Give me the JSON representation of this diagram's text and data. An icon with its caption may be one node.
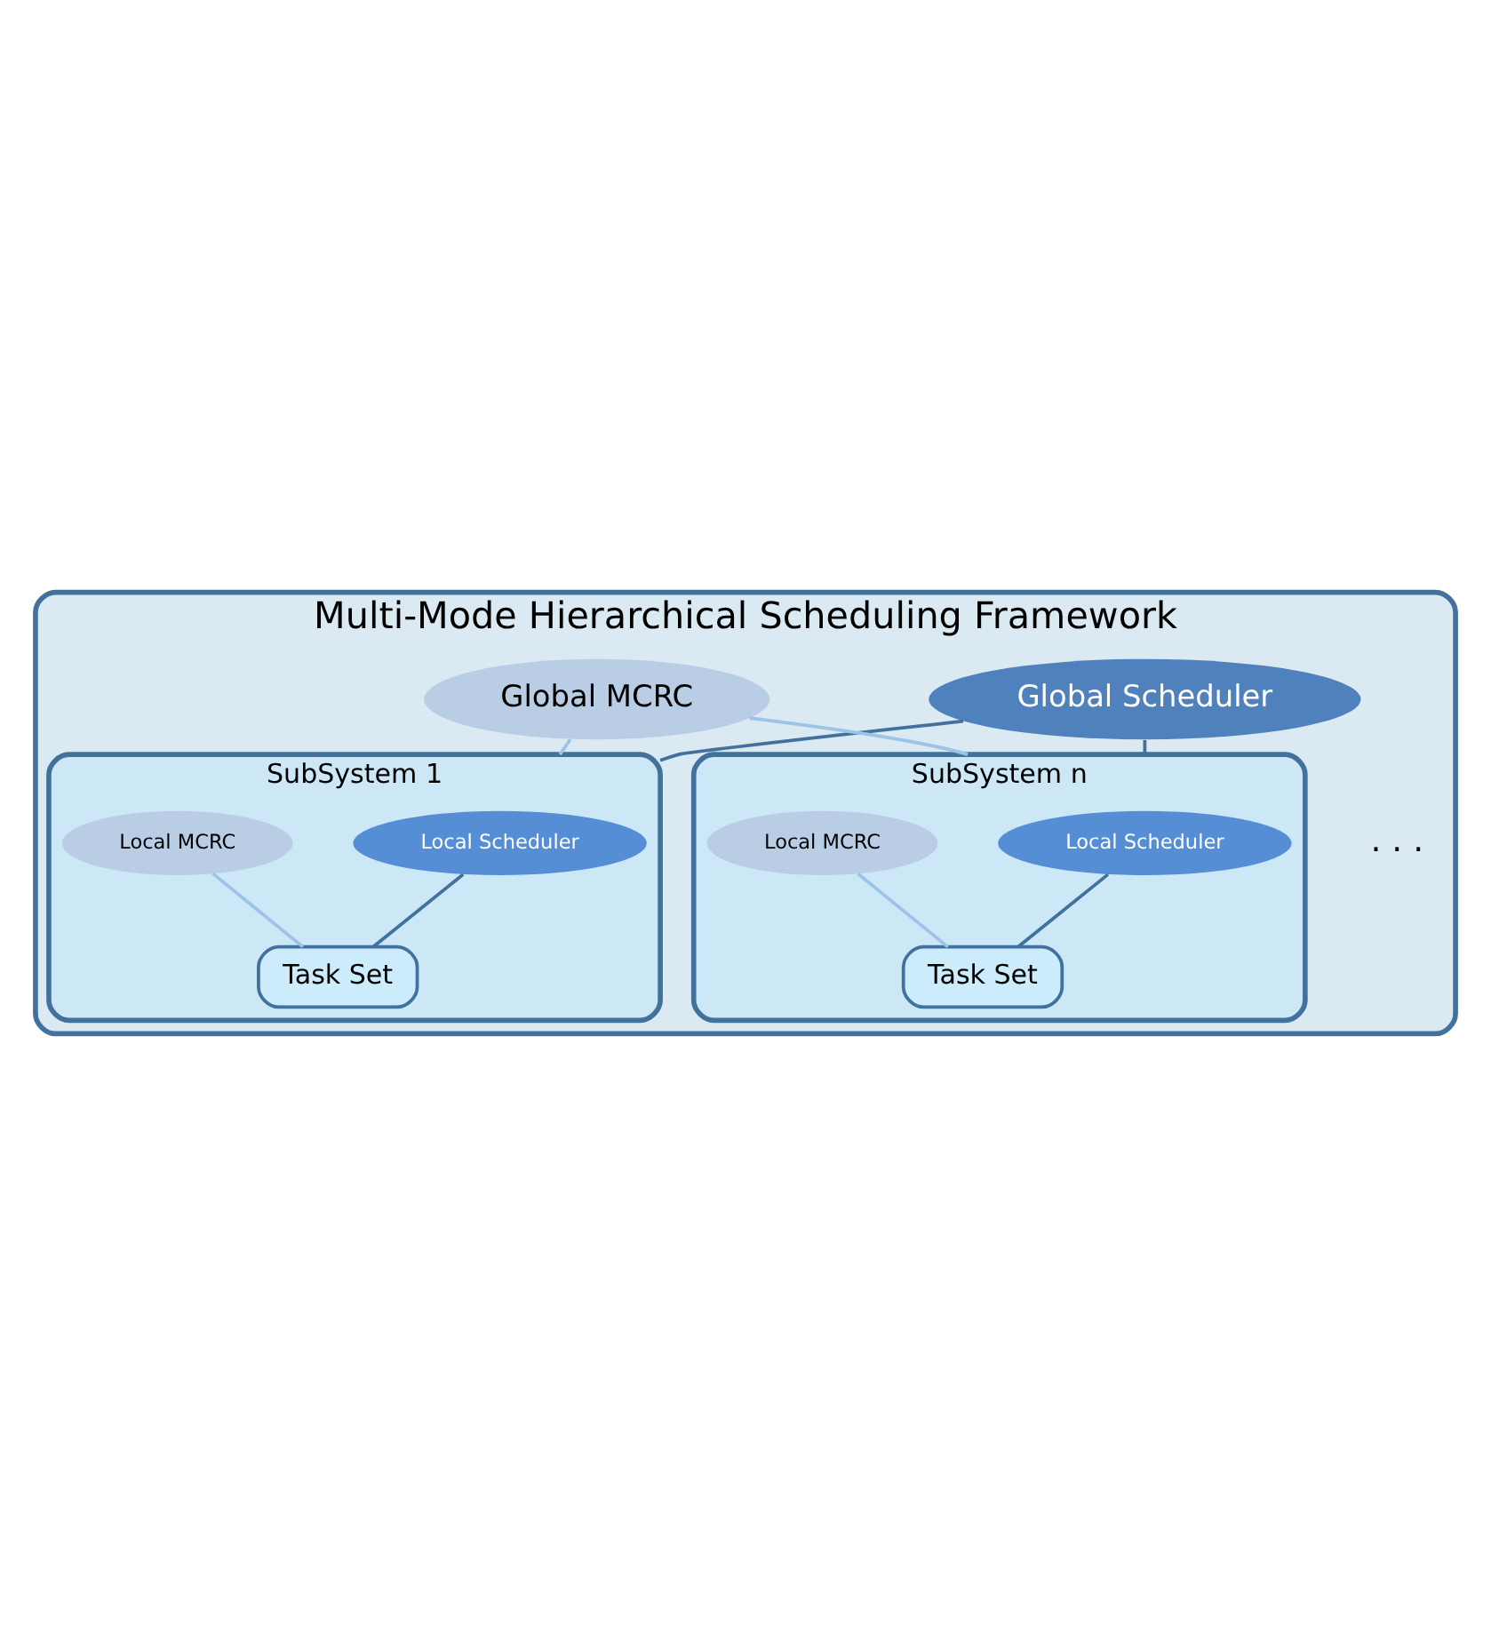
{
  "diagram": {
    "nodes": [
      {
        "text": [
          "Multi-Mode Hierarchical Scheduling Framework"
        ]
      },
      {
        "text": [
          "Global Scheduler"
        ],
        "in": 0
      },
      {
        "text": [
          "Global MCRC"
        ],
        "in": 0
      },
      {
        "text": [
          "SubSystem 1"
        ],
        "in": 0
      },
      {
        "text": [
          "Local Scheduler"
        ],
        "in": 3
      },
      {
        "text": [
          "Local MCRC"
        ],
        "in": 3
      },
      {
        "text": [
          "Task Set"
        ],
        "in": 3
      },
      {
        "text": [
          "SubSystem n"
        ],
        "in": 0
      },
      {
        "text": [
          "Local Scheduler"
        ],
        "in": 7
      },
      {
        "text": [
          "Local MCRC"
        ],
        "in": 7
      },
      {
        "text": [
          "Task Set"
        ],
        "in": 7
      }
    ],
    "edges": [
      {
        "from": 1,
        "to": 3,
        "arrow": "none"
      },
      {
        "from": 1,
        "to": 7,
        "arrow": "none"
      },
      {
        "from": 2,
        "to": 3,
        "arrow": "none",
        "color": "#9dc3e6"
      },
      {
        "from": 2,
        "to": 7,
        "arrow": "none",
        "color": "#9dc3e6"
      },
      {
        "from": 4,
        "to": 6,
        "arrow": "none"
      },
      {
        "from": 5,
        "to": 6,
        "arrow": "none",
        "color": "#9dc3e6"
      },
      {
        "from": 8,
        "to": 10,
        "arrow": "none"
      },
      {
        "from": 9,
        "to": 10,
        "arrow": "none",
        "color": "#9dc3e6"
      }
    ],
    "labels": [
      ". . ."
    ]
  }
}
